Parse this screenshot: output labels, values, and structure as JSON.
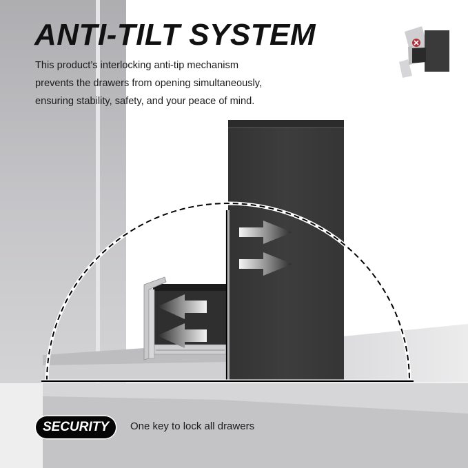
{
  "header": {
    "title": "ANTI-TILT SYSTEM",
    "description_lines": [
      "This product’s interlocking anti-tip mechanism",
      "prevents the drawers from opening simultaneously,",
      "ensuring stability, safety, and your peace of mind."
    ]
  },
  "illustration": {
    "main": "file-cabinet-anti-tilt-diagram",
    "inset": "tipping-cabinet-warning-icon",
    "colors": {
      "cabinet": "#3a3a3b",
      "drawer_interior": "#2e2e2f",
      "wall_gray": "#bdbcbf",
      "warning_red": "#b0303a"
    }
  },
  "feature": {
    "badge_label": "SECURITY",
    "text": "One key to lock all drawers"
  }
}
